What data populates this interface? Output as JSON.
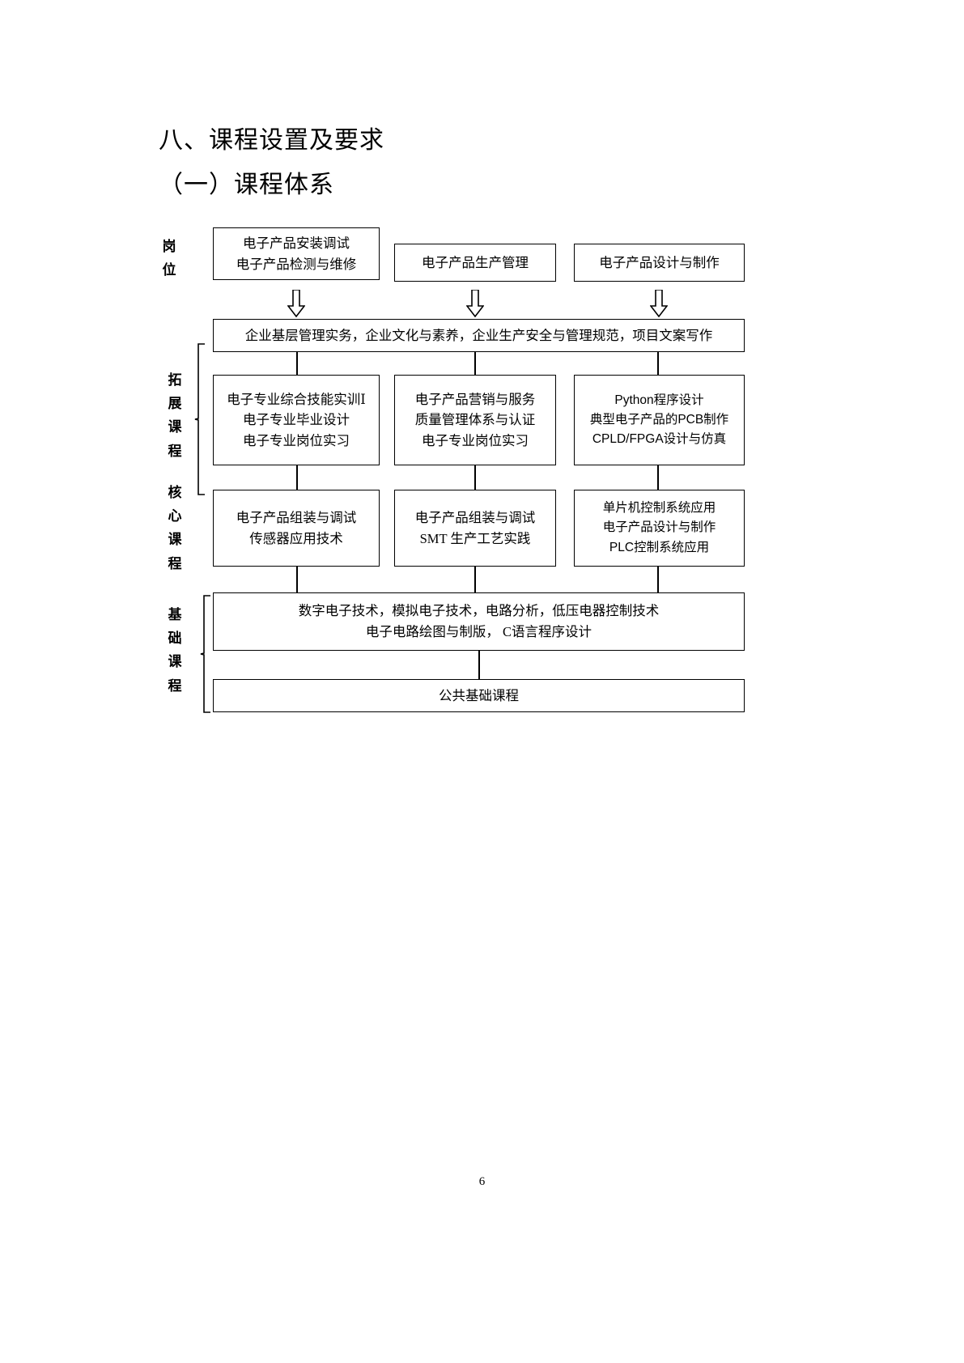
{
  "document": {
    "heading_main": "八、课程设置及要求",
    "heading_sub": "（一）课程体系",
    "page_number": "6"
  },
  "diagram": {
    "row_labels": {
      "posts": "岗位",
      "extension": "拓展课程",
      "core": "核心课程",
      "basic": "基础课程"
    },
    "posts_row": [
      {
        "lines": [
          "电子产品安装调试",
          "电子产品检测与维修"
        ]
      },
      {
        "lines": [
          "电子产品生产管理"
        ]
      },
      {
        "lines": [
          "电子产品设计与制作"
        ]
      }
    ],
    "general_band": {
      "text": "企业基层管理实务，企业文化与素养，企业生产安全与管理规范，项目文案写作"
    },
    "extension_row": [
      {
        "lines": [
          "电子专业综合技能实训Ⅰ",
          "电子专业毕业设计",
          "电子专业岗位实习"
        ]
      },
      {
        "lines": [
          "电子产品营销与服务",
          "质量管理体系与认证",
          "电子专业岗位实习"
        ]
      },
      {
        "lines": [
          "Python程序设计",
          "典型电子产品的PCB制作",
          "CPLD/FPGA设计与仿真"
        ]
      }
    ],
    "core_row": [
      {
        "lines": [
          "电子产品组装与调试",
          "传感器应用技术"
        ]
      },
      {
        "lines": [
          "电子产品组装与调试",
          "SMT 生产工艺实践"
        ]
      },
      {
        "lines": [
          "单片机控制系统应用",
          "电子产品设计与制作",
          "PLC控制系统应用"
        ]
      }
    ],
    "basic_band": {
      "lines": [
        "数字电子技术，模拟电子技术，电路分析，低压电器控制技术",
        "电子电路绘图与制版，  C语言程序设计"
      ]
    },
    "public_band": {
      "text": "公共基础课程"
    },
    "arrow_icon_name": "hollow-down-arrow-icon",
    "colors": {
      "stroke": "#000000",
      "background": "#ffffff"
    }
  }
}
